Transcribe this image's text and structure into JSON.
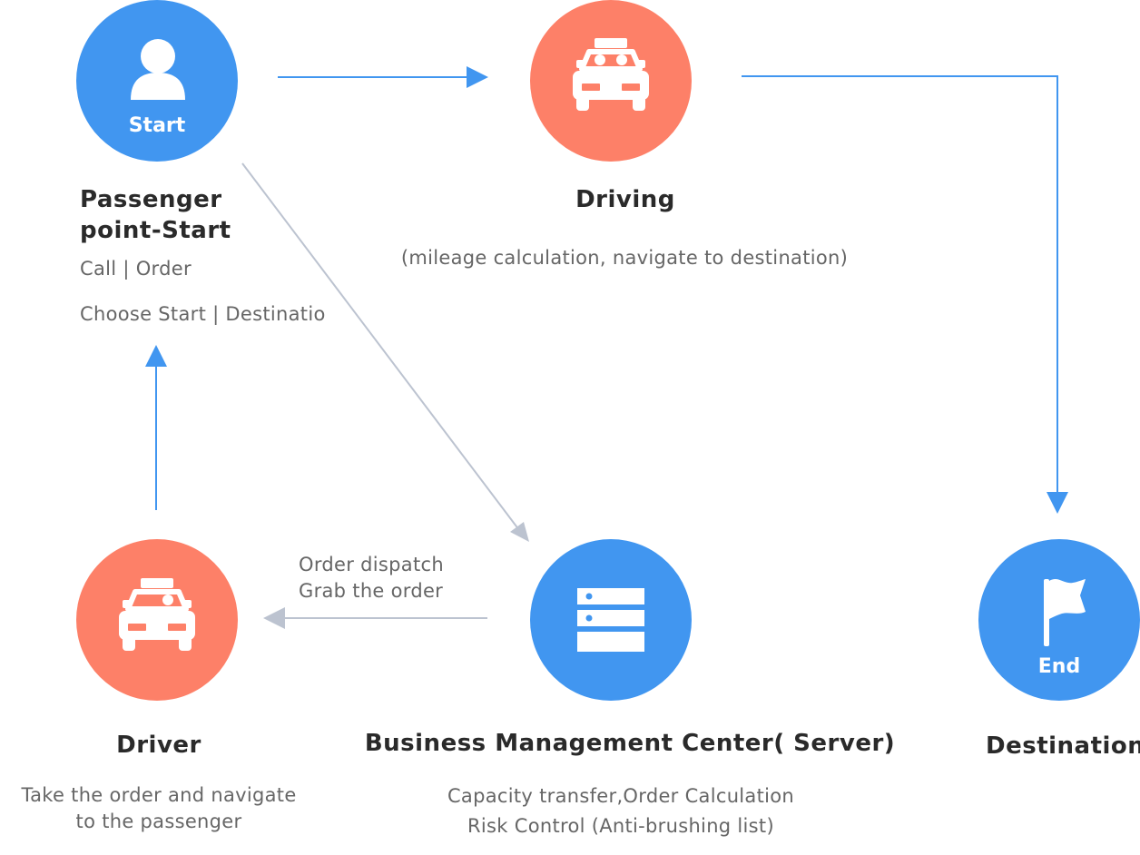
{
  "colors": {
    "blue": "#4196f0",
    "coral": "#fd8068",
    "gray_arrow": "#bcc3d0"
  },
  "nodes": {
    "start": {
      "icon": "person-icon",
      "badge": "Start",
      "title_line1": "Passenger",
      "title_line2": "point-Start",
      "desc_line1": "Call | Order",
      "desc_line2": "Choose Start | Destinatio"
    },
    "driving": {
      "icon": "car-passengers-icon",
      "title": "Driving",
      "desc": "(mileage calculation, navigate to destination)"
    },
    "end": {
      "icon": "flag-icon",
      "badge": "End",
      "title": "Destination"
    },
    "driver": {
      "icon": "taxi-driver-icon",
      "title": "Driver",
      "desc_line1": "Take the order and navigate",
      "desc_line2": "to the passenger"
    },
    "server": {
      "icon": "server-icon",
      "title": "Business Management Center( Server)",
      "desc_line1": "Capacity transfer,Order Calculation",
      "desc_line2": "Risk Control (Anti-brushing list)"
    }
  },
  "edges": {
    "dispatch_line1": "Order dispatch",
    "dispatch_line2": "Grab the order"
  }
}
